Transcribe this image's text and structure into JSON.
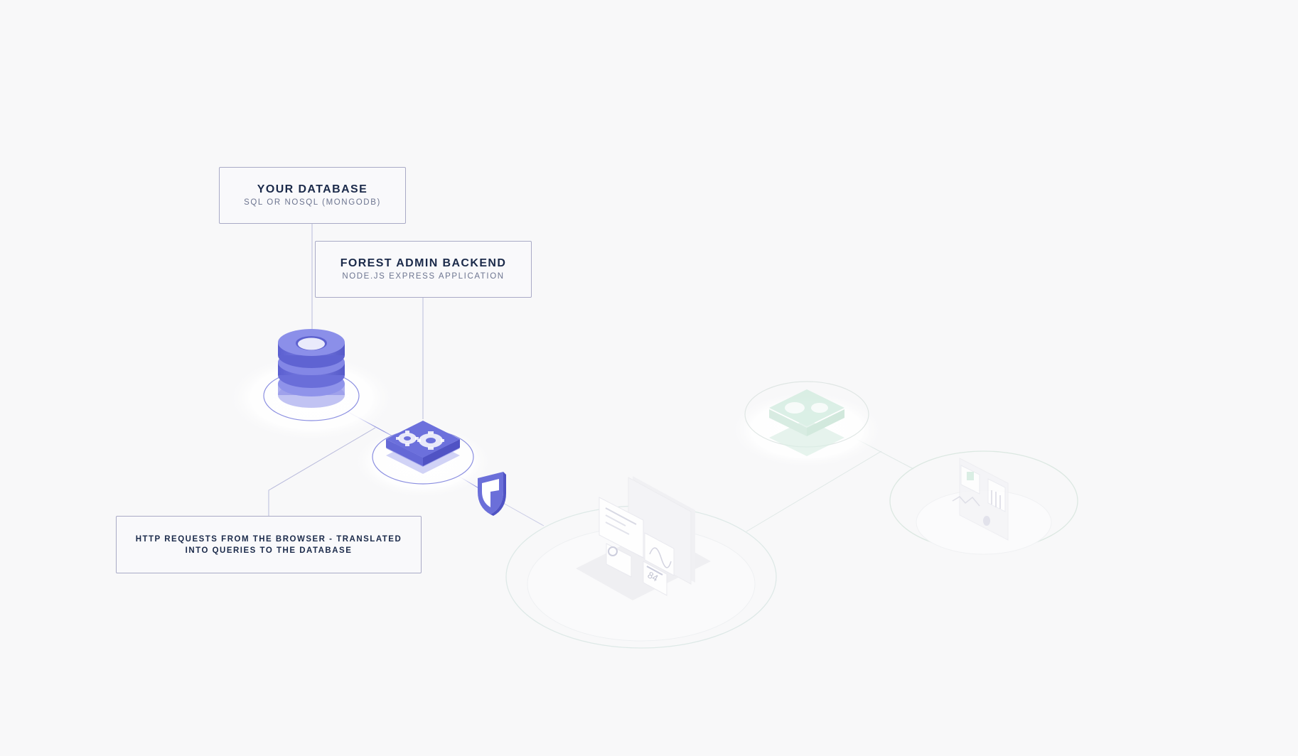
{
  "labels": {
    "database": {
      "title": "YOUR DATABASE",
      "subtitle": "SQL OR NOSQL (MONGODB)"
    },
    "backend": {
      "title": "FOREST ADMIN BACKEND",
      "subtitle": "NODE.JS EXPRESS APPLICATION"
    },
    "http": {
      "line1": "HTTP REQUESTS FROM THE BROWSER - TRANSLATED",
      "line2": "INTO QUERIES TO THE DATABASE"
    }
  },
  "dashboard_metric": "84",
  "colors": {
    "background": "#f8f8f9",
    "accent": "#6b6fd9",
    "accent_dark": "#5559c8",
    "accent_light": "#8f93ea",
    "faded_green": "#cde9dc",
    "box_border": "#a9aac6",
    "title_text": "#1b2a4a",
    "sub_text": "#6d7590"
  },
  "icons": [
    "database-icon",
    "gears-icon",
    "shield-icon",
    "laptop-icon",
    "dashboard-icon"
  ]
}
